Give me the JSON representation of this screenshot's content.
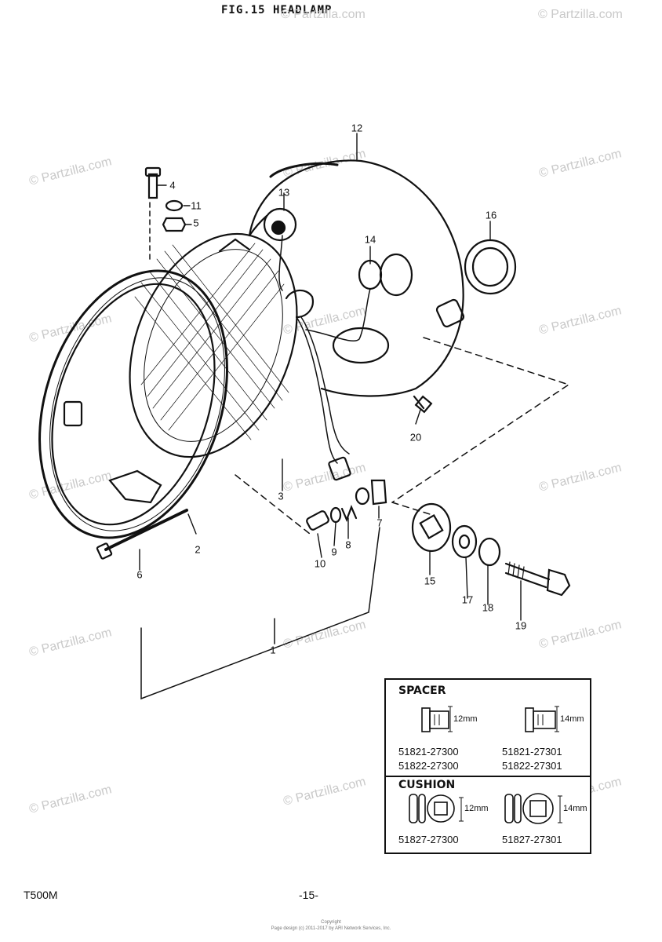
{
  "figure_title": "FIG.15 HEADLAMP",
  "model": "T500M",
  "page_number": "-15-",
  "watermark": "© Partzilla.com",
  "copyright": {
    "line1": "Copyright",
    "line2": "Page design (c) 2011-2017 by ARI Network Services, Inc."
  },
  "callouts": [
    "1",
    "2",
    "3",
    "4",
    "5",
    "6",
    "7",
    "8",
    "9",
    "10",
    "11",
    "12",
    "13",
    "14",
    "15",
    "16",
    "17",
    "18",
    "19",
    "20"
  ],
  "inset": {
    "spacer_heading": "SPACER",
    "spacer_a_dim": "12mm",
    "spacer_b_dim": "14mm",
    "spacer_a_parts": [
      "51821-27300",
      "51822-27300"
    ],
    "spacer_b_parts": [
      "51821-27301",
      "51822-27301"
    ],
    "cushion_heading": "CUSHION",
    "cushion_a_dim": "12mm",
    "cushion_b_dim": "14mm",
    "cushion_a_part": "51827-27300",
    "cushion_b_part": "51827-27301"
  }
}
